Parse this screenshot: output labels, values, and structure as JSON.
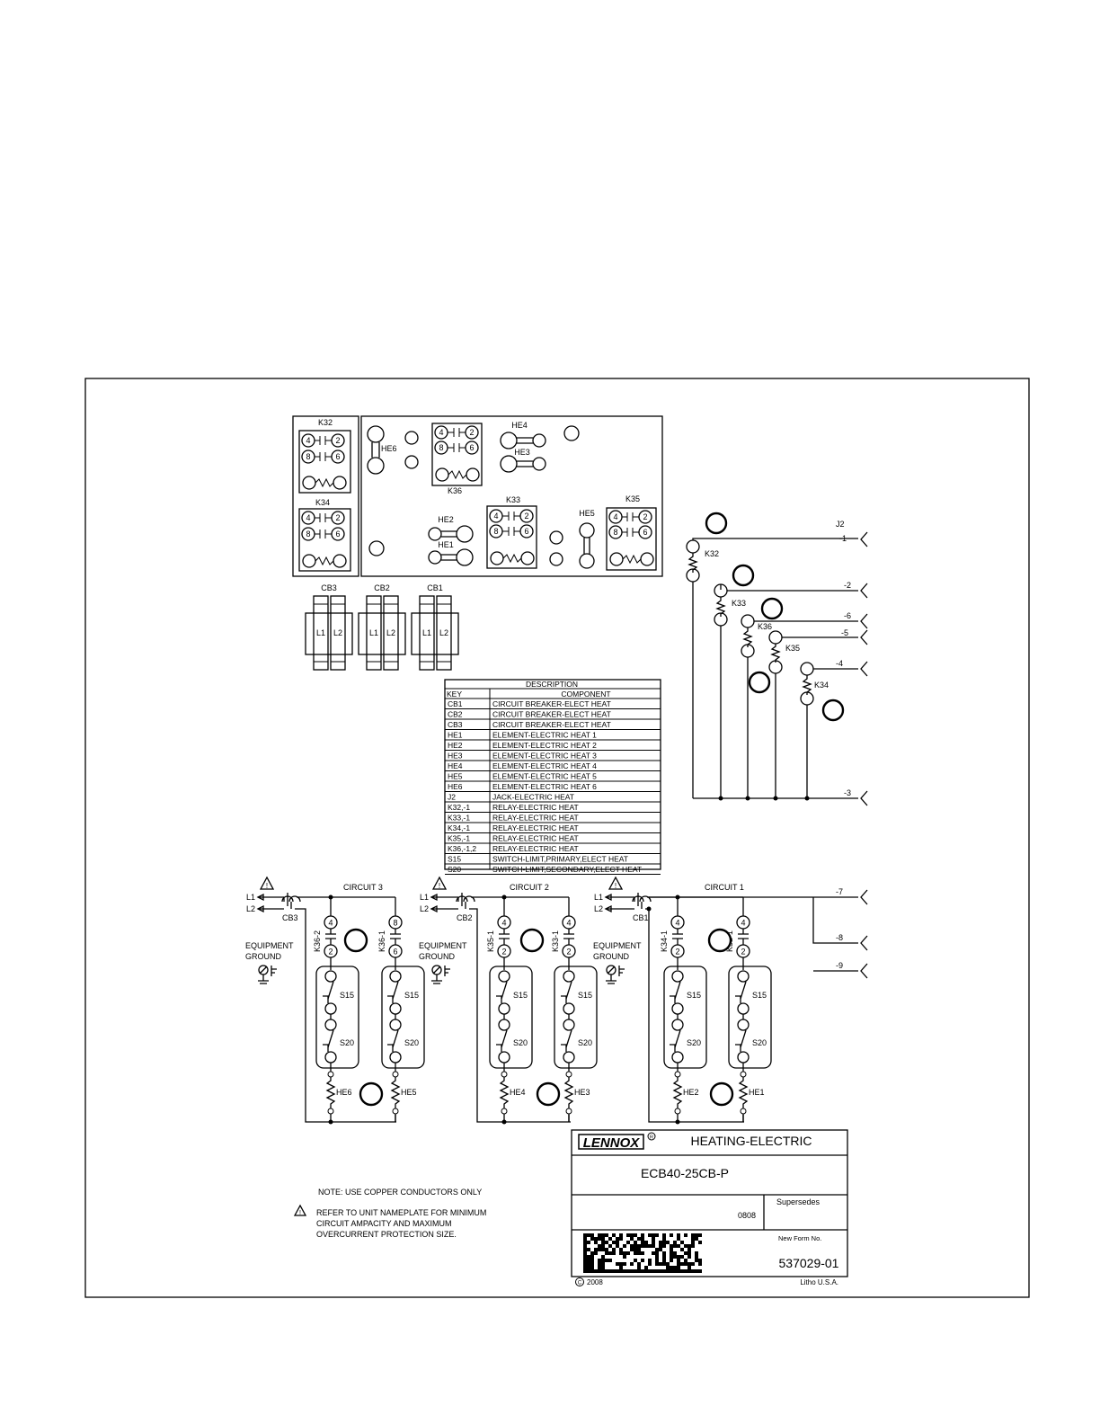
{
  "layout_labels": {
    "k32": "K32",
    "k34": "K34",
    "k36": "K36",
    "k33": "K33",
    "k35": "K35",
    "he1": "HE1",
    "he2": "HE2",
    "he3": "HE3",
    "he4": "HE4",
    "he5": "HE5",
    "he6": "HE6",
    "cb1": "CB1",
    "cb2": "CB2",
    "cb3": "CB3",
    "l1": "L1",
    "l2": "L2",
    "pins": [
      "4",
      "2",
      "8",
      "6"
    ]
  },
  "description_table": {
    "title": "DESCRIPTION",
    "headers": [
      "KEY",
      "COMPONENT"
    ],
    "rows": [
      [
        "CB1",
        "CIRCUIT BREAKER-ELECT HEAT"
      ],
      [
        "CB2",
        "CIRCUIT BREAKER-ELECT HEAT"
      ],
      [
        "CB3",
        "CIRCUIT BREAKER-ELECT HEAT"
      ],
      [
        "HE1",
        "ELEMENT-ELECTRIC HEAT 1"
      ],
      [
        "HE2",
        "ELEMENT-ELECTRIC HEAT 2"
      ],
      [
        "HE3",
        "ELEMENT-ELECTRIC HEAT 3"
      ],
      [
        "HE4",
        "ELEMENT-ELECTRIC HEAT 4"
      ],
      [
        "HE5",
        "ELEMENT-ELECTRIC HEAT 5"
      ],
      [
        "HE6",
        "ELEMENT-ELECTRIC HEAT 6"
      ],
      [
        "J2",
        "JACK-ELECTRIC HEAT"
      ],
      [
        "K32,-1",
        "RELAY-ELECTRIC HEAT"
      ],
      [
        "K33,-1",
        "RELAY-ELECTRIC HEAT"
      ],
      [
        "K34,-1",
        "RELAY-ELECTRIC HEAT"
      ],
      [
        "K35,-1",
        "RELAY-ELECTRIC HEAT"
      ],
      [
        "K36,-1,2",
        "RELAY-ELECTRIC HEAT"
      ],
      [
        "S15",
        "SWITCH-LIMIT,PRIMARY,ELECT HEAT"
      ],
      [
        "S20",
        "SWITCH-LIMIT,SECONDARY,ELECT HEAT"
      ]
    ]
  },
  "jack": {
    "label": "J2",
    "pins": [
      "-1",
      "-2",
      "-6",
      "-5",
      "-4",
      "-3",
      "-7",
      "-8",
      "-9"
    ],
    "coils": [
      "K32",
      "K33",
      "K36",
      "K35",
      "K34"
    ]
  },
  "circuits": [
    {
      "label": "CIRCUIT 3",
      "breaker": "CB3",
      "relays": [
        "K36-2",
        "K36-1"
      ],
      "pins_a": [
        "4",
        "2"
      ],
      "pins_b": [
        "8",
        "6"
      ],
      "elements": [
        "HE6",
        "HE5"
      ]
    },
    {
      "label": "CIRCUIT 2",
      "breaker": "CB2",
      "relays": [
        "K35-1",
        "K33-1"
      ],
      "pins_a": [
        "4",
        "2"
      ],
      "pins_b": [
        "4",
        "2"
      ],
      "elements": [
        "HE4",
        "HE3"
      ]
    },
    {
      "label": "CIRCUIT 1",
      "breaker": "CB1",
      "relays": [
        "K34-1",
        "K32-1"
      ],
      "pins_a": [
        "4",
        "2"
      ],
      "pins_b": [
        "4",
        "2"
      ],
      "elements": [
        "HE2",
        "HE1"
      ]
    }
  ],
  "common_labels": {
    "l1": "L1",
    "l2": "L2",
    "ground_1": "EQUIPMENT",
    "ground_2": "GROUND",
    "s15": "S15",
    "s20": "S20",
    "warning": "!"
  },
  "notes": {
    "note": "NOTE: USE COPPER CONDUCTORS ONLY",
    "refer_1": "REFER TO UNIT NAMEPLATE FOR MINIMUM",
    "refer_2": "CIRCUIT AMPACITY AND MAXIMUM",
    "refer_3": "OVERCURRENT PROTECTION SIZE."
  },
  "title_block": {
    "brand": "LENNOX",
    "registered": "R",
    "title": "HEATING-ELECTRIC",
    "model": "ECB40-25CB-P",
    "date_code": "0808",
    "supersedes_label": "Supersedes",
    "new_form_label": "New Form No.",
    "form_number": "537029-01",
    "copyright_symbol": "C",
    "copyright_year": "2008",
    "litho": "Litho U.S.A."
  }
}
